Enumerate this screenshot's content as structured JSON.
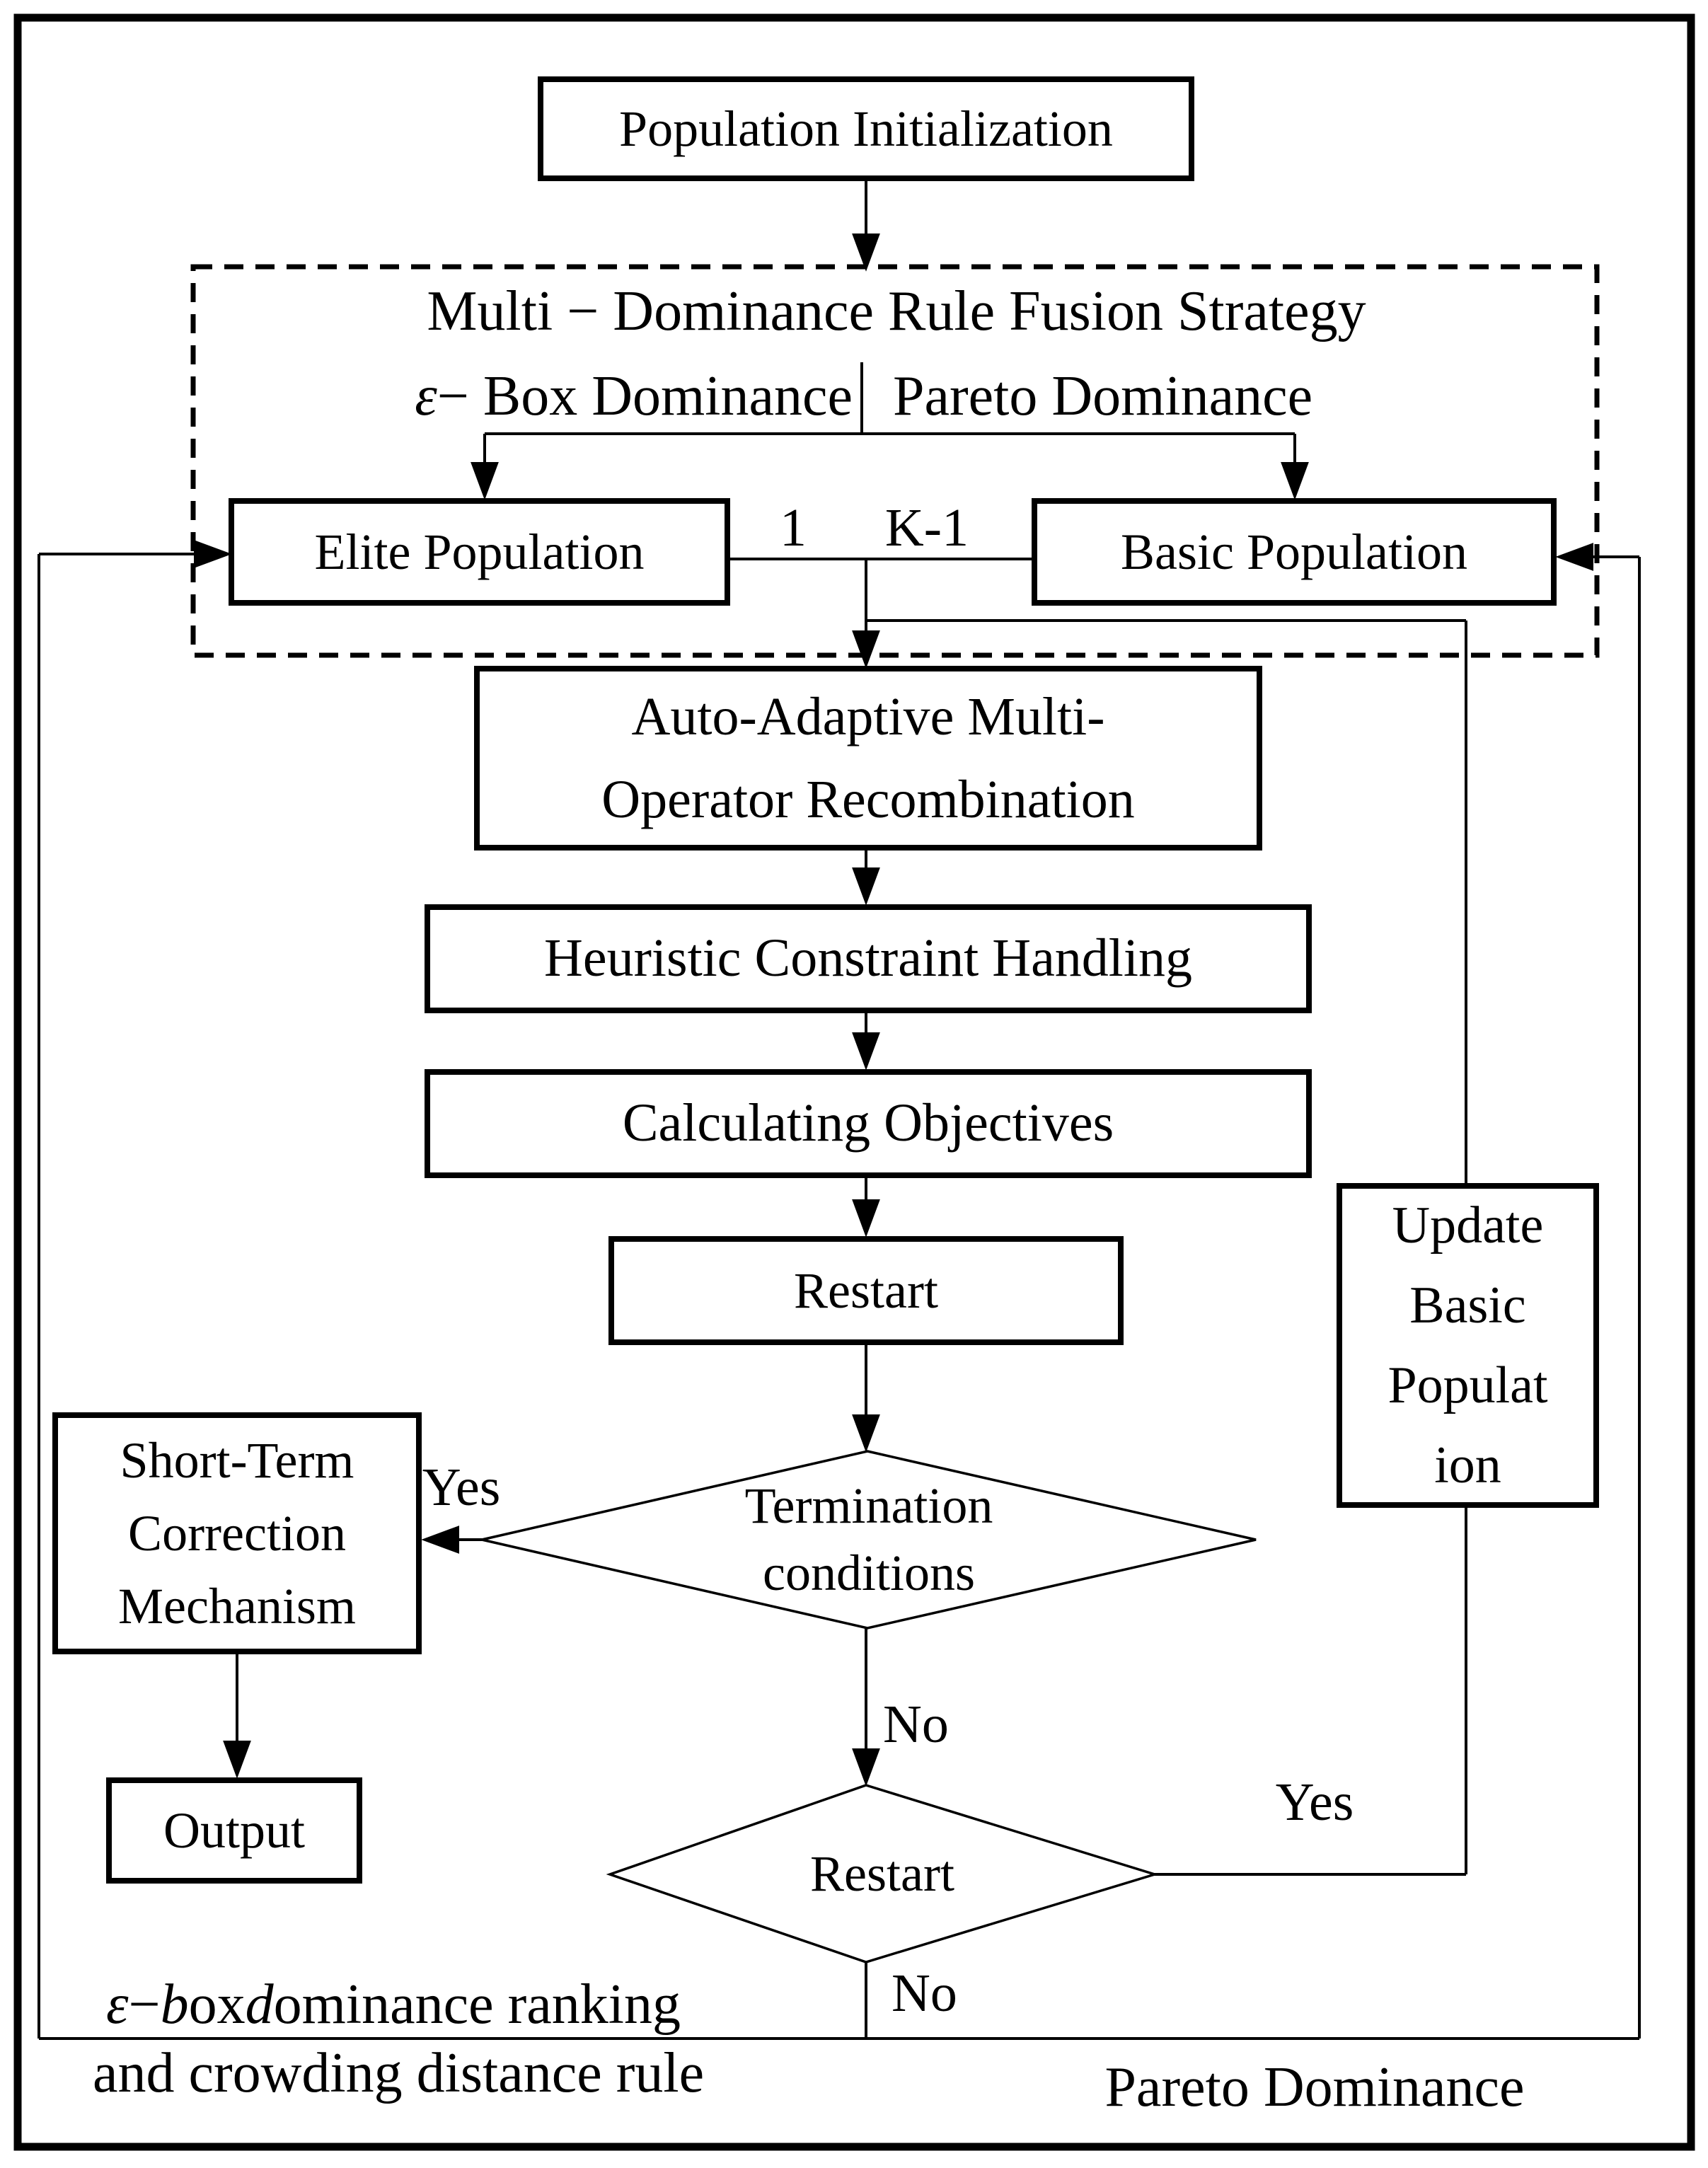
{
  "figure": {
    "population_init": "Population Initialization",
    "strategy": {
      "title": "Multi − Dominance Rule Fusion Strategy",
      "epsilon_rule_runs": [
        {
          "t": "ε",
          "i": 1
        },
        {
          "t": " − Box Dominance",
          "i": 0
        }
      ],
      "pareto_rule": "Pareto Dominance"
    },
    "elite": "Elite Population",
    "basic": "Basic Population",
    "split_labels": {
      "elite_share": "1",
      "basic_share": "K-1"
    },
    "auto_adaptive_lines": [
      "Auto-Adaptive Multi-",
      "Operator Recombination"
    ],
    "heuristic": "Heuristic Constraint Handling",
    "calculating": "Calculating Objectives",
    "restart_step": "Restart",
    "update_basic_lines": [
      "Update",
      "Basic",
      "Populat",
      "ion"
    ],
    "termination_lines": [
      "Termination",
      "conditions"
    ],
    "restart_decision": "Restart",
    "short_term_lines": [
      "Short-Term",
      "Correction",
      "Mechanism"
    ],
    "output": "Output",
    "branches": {
      "termination_yes": "Yes",
      "termination_no": "No",
      "restart_yes": "Yes",
      "restart_no": "No"
    },
    "footnotes": {
      "epsilon_ranking_runs": [
        {
          "t": "ε",
          "i": 1
        },
        {
          "t": " − ",
          "i": 0
        },
        {
          "t": "b",
          "i": 1
        },
        {
          "t": "ox ",
          "i": 0
        },
        {
          "t": "d",
          "i": 1
        },
        {
          "t": "ominance ranking",
          "i": 0
        }
      ],
      "epsilon_ranking_line2": "and crowding distance rule",
      "pareto_label": "Pareto Dominance"
    },
    "colors": {
      "ink": "#000000",
      "background": "#ffffff"
    }
  }
}
